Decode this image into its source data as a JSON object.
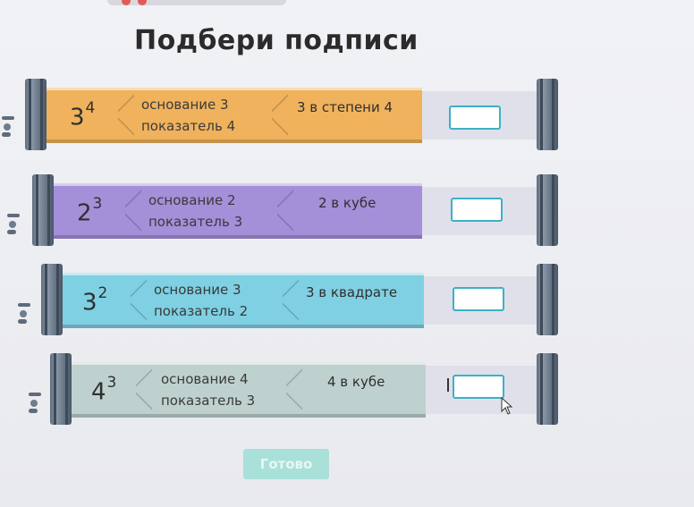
{
  "title": "Подбери подписи",
  "rows": [
    {
      "base": "3",
      "exp": "4",
      "desc1": "основание 3",
      "desc2": "показатель 4",
      "phrase": "3 в степени 4",
      "color": "#f0b25d",
      "answer": ""
    },
    {
      "base": "2",
      "exp": "3",
      "desc1": "основание 2",
      "desc2": "показатель 3",
      "phrase": "2 в кубе",
      "color": "#a48fd9",
      "answer": ""
    },
    {
      "base": "3",
      "exp": "2",
      "desc1": "основание 3",
      "desc2": "показатель 2",
      "phrase": "3 в квадрате",
      "color": "#7fd0e2",
      "answer": ""
    },
    {
      "base": "4",
      "exp": "3",
      "desc1": "основание 4",
      "desc2": "показатель 3",
      "phrase": "4 в кубе",
      "color": "#bfd1cf",
      "answer": ""
    }
  ],
  "done_label": "Готово"
}
